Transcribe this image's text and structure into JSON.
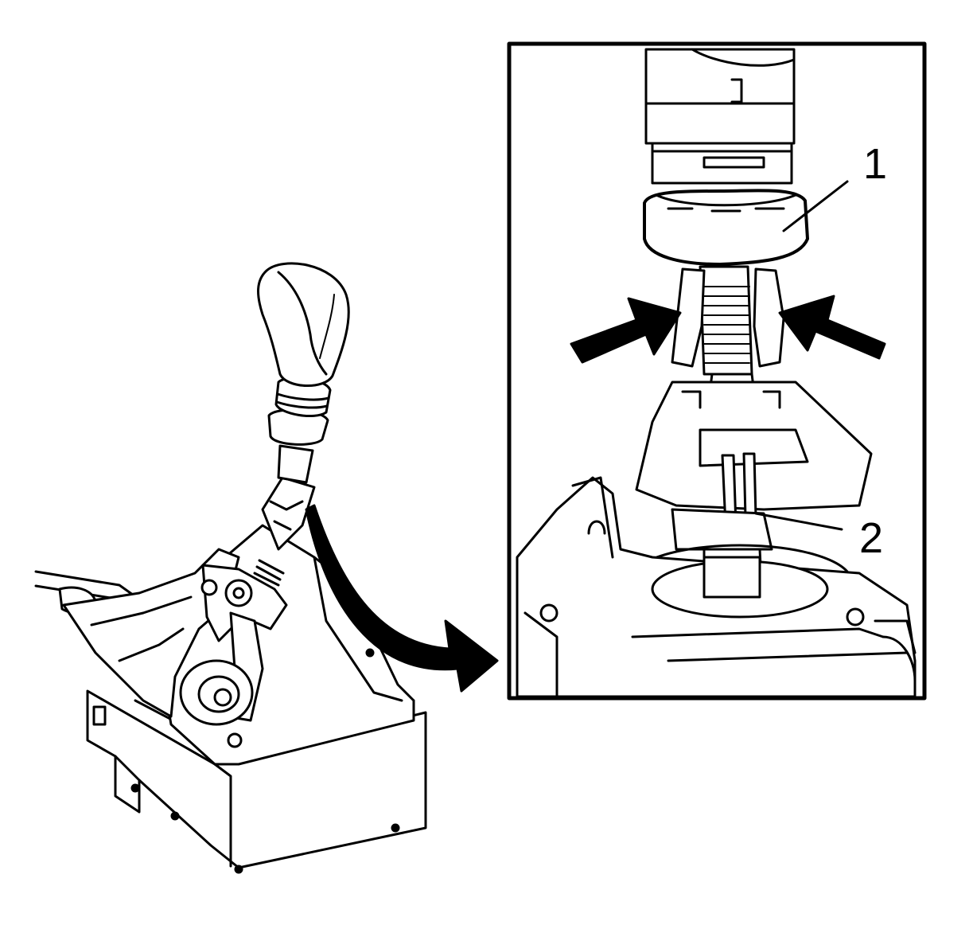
{
  "callouts": [
    {
      "id": "1",
      "label": "1"
    },
    {
      "id": "2",
      "label": "2"
    }
  ],
  "colors": {
    "line": "#000000",
    "background": "#ffffff",
    "shade": "#e6e6e6"
  }
}
